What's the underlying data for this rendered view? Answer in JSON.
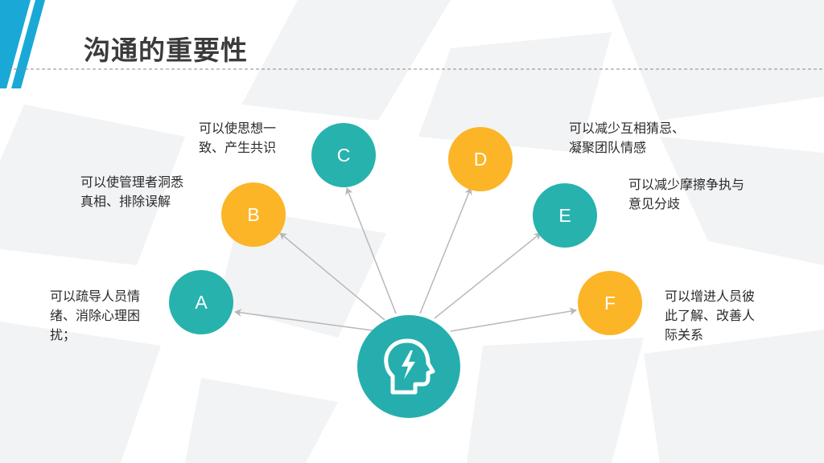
{
  "title": "沟通的重要性",
  "colors": {
    "teal": "#27b2ad",
    "amber": "#fbb526",
    "accent_bar": "#1aa9d6",
    "arrow": "#b8b8b8"
  },
  "center_icon": "head-lightning-icon",
  "nodes": [
    {
      "letter": "A",
      "color": "teal",
      "line1": "可以疏导人员情",
      "line2": "绪、消除心理困",
      "line3": "扰；"
    },
    {
      "letter": "B",
      "color": "amber",
      "line1": "可以使管理者洞悉",
      "line2": "真相、排除误解"
    },
    {
      "letter": "C",
      "color": "teal",
      "line1": "可以使思想一",
      "line2": "致、产生共识"
    },
    {
      "letter": "D",
      "color": "amber",
      "line1": "可以减少互相猜忌、",
      "line2": "凝聚团队情感"
    },
    {
      "letter": "E",
      "color": "teal",
      "line1": "可以减少摩擦争执与",
      "line2": "意见分歧"
    },
    {
      "letter": "F",
      "color": "amber",
      "line1": "可以增进人员彼",
      "line2": "此了解、改善人",
      "line3": "际关系"
    }
  ]
}
